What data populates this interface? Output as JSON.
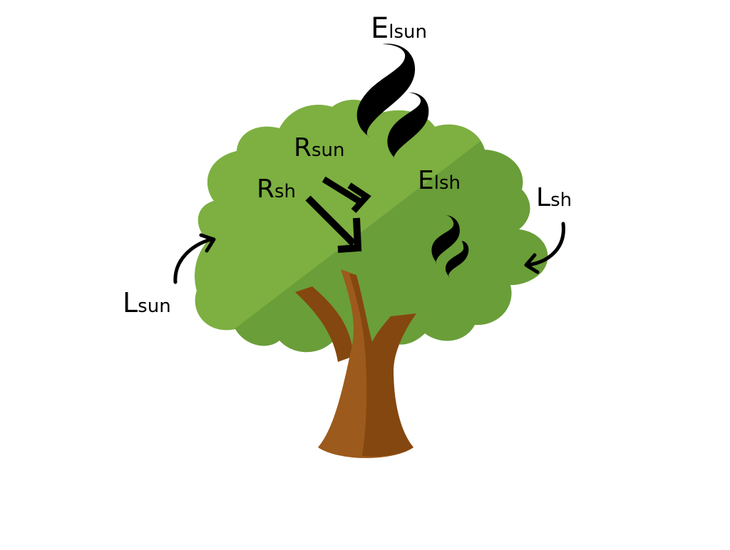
{
  "labels": {
    "e_lsun": {
      "main": "E",
      "sub": "lsun"
    },
    "r_sun": {
      "main": "R",
      "sub": "sun"
    },
    "r_sh": {
      "main": "R",
      "sub": "sh"
    },
    "e_lsh": {
      "main": "E",
      "sub": "lsh"
    },
    "l_sh": {
      "main": "L",
      "sub": "sh"
    },
    "l_sun": {
      "main": "L",
      "sub": "sun"
    }
  },
  "colors": {
    "canopy_sun": "#7db041",
    "canopy_shade": "#6a9e39",
    "canopy_dark": "#5f8f33",
    "trunk_light": "#9c5a1c",
    "trunk_dark": "#84470f",
    "ink": "#000000"
  },
  "icons": {
    "vapor": "steam-wisp-icon",
    "arrow": "radiation-arrow-icon"
  }
}
